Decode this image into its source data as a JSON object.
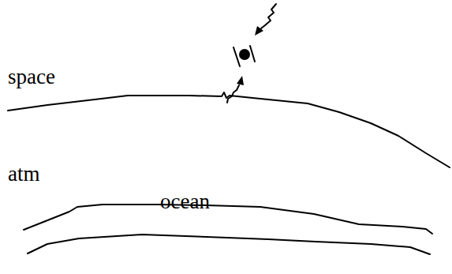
{
  "diagram": {
    "labels": [
      "space",
      "atm",
      "ocean"
    ]
  }
}
